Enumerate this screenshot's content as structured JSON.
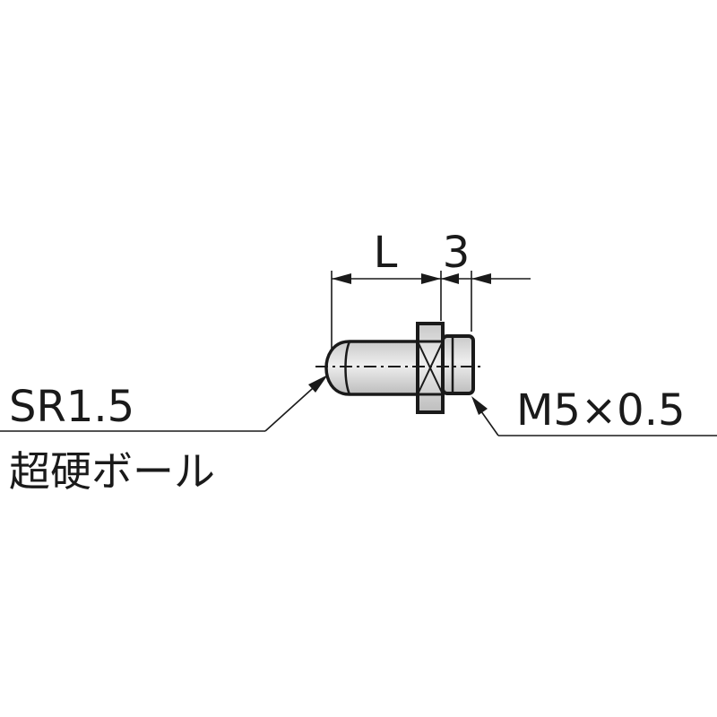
{
  "dimensions": {
    "length": "L",
    "head": "3"
  },
  "callouts": {
    "tip_radius": "SR1.5",
    "tip_material": "超硬ボール",
    "thread": "M5×0.5"
  },
  "colors": {
    "line": "#1a1a1a",
    "shank_fill": "#d6d6d6",
    "background": "#ffffff"
  }
}
